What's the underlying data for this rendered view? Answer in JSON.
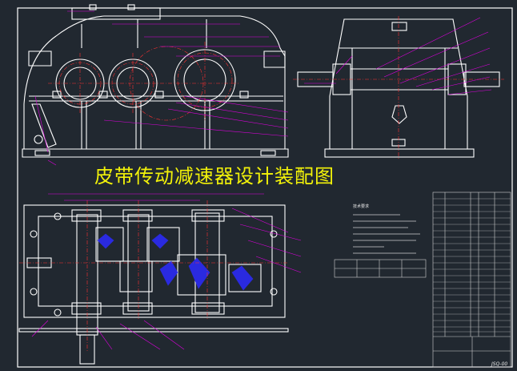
{
  "drawing": {
    "title": "皮带传动减速器设计装配图",
    "notes_heading": "技术要求",
    "title_block_code": "JSQ-00"
  },
  "colors": {
    "background": "#212830",
    "outline": "#ffffff",
    "leader": "#e000e0",
    "centerline": "#ff3030",
    "section": "#2a2ae0",
    "title": "#f2f209"
  }
}
